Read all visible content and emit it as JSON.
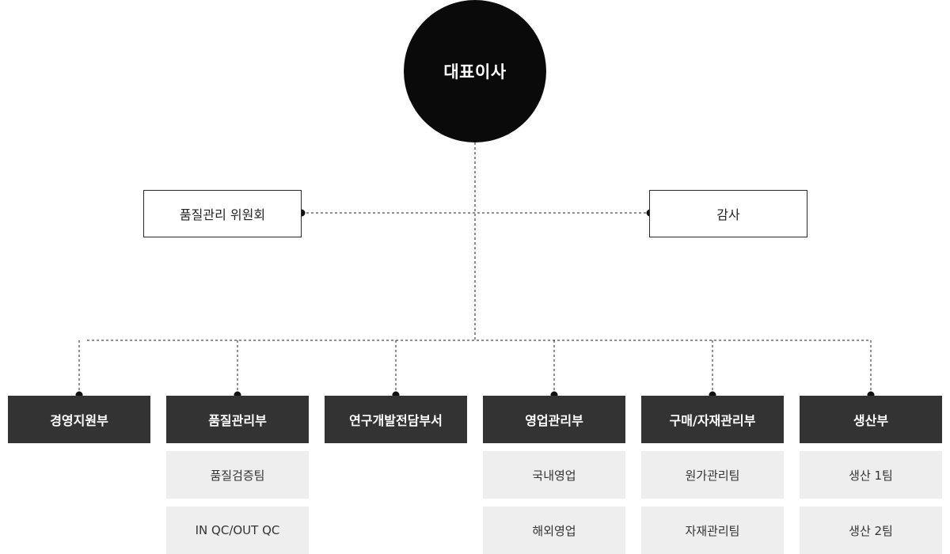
{
  "ceo": {
    "label": "대표이사"
  },
  "side": {
    "left": {
      "label": "품질관리 위원회"
    },
    "right": {
      "label": "감사"
    }
  },
  "departments": [
    {
      "label": "경영지원부",
      "teams": []
    },
    {
      "label": "품질관리부",
      "teams": [
        "품질검증팀",
        "IN QC/OUT QC"
      ]
    },
    {
      "label": "연구개발전담부서",
      "teams": []
    },
    {
      "label": "영업관리부",
      "teams": [
        "국내영업",
        "해외영업"
      ]
    },
    {
      "label": "구매/자재관리부",
      "teams": [
        "원가관리팀",
        "자재관리팀"
      ]
    },
    {
      "label": "생산부",
      "teams": [
        "생산 1팀",
        "생산 2팀"
      ]
    }
  ],
  "colors": {
    "ceo_fill": "#0a0a0a",
    "dept_fill": "#333333",
    "team_fill": "#eeeeee",
    "line": "#222222"
  }
}
